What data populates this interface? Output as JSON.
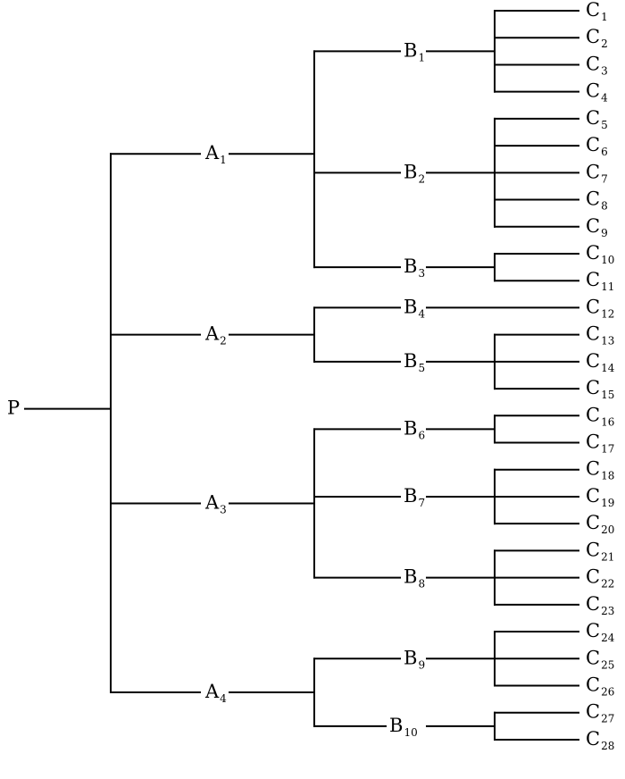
{
  "root": {
    "label": "P"
  },
  "branches": [
    {
      "label": "A",
      "sub": "1",
      "children": [
        {
          "label": "B",
          "sub": "1",
          "children": [
            {
              "label": "C",
              "sub": "1"
            },
            {
              "label": "C",
              "sub": "2"
            },
            {
              "label": "C",
              "sub": "3"
            },
            {
              "label": "C",
              "sub": "4"
            }
          ]
        },
        {
          "label": "B",
          "sub": "2",
          "children": [
            {
              "label": "C",
              "sub": "5"
            },
            {
              "label": "C",
              "sub": "6"
            },
            {
              "label": "C",
              "sub": "7"
            },
            {
              "label": "C",
              "sub": "8"
            },
            {
              "label": "C",
              "sub": "9"
            }
          ]
        },
        {
          "label": "B",
          "sub": "3",
          "children": [
            {
              "label": "C",
              "sub": "10"
            },
            {
              "label": "C",
              "sub": "11"
            }
          ]
        }
      ]
    },
    {
      "label": "A",
      "sub": "2",
      "children": [
        {
          "label": "B",
          "sub": "4",
          "children": [
            {
              "label": "C",
              "sub": "12"
            }
          ]
        },
        {
          "label": "B",
          "sub": "5",
          "children": [
            {
              "label": "C",
              "sub": "13"
            },
            {
              "label": "C",
              "sub": "14"
            },
            {
              "label": "C",
              "sub": "15"
            }
          ]
        }
      ]
    },
    {
      "label": "A",
      "sub": "3",
      "children": [
        {
          "label": "B",
          "sub": "6",
          "children": [
            {
              "label": "C",
              "sub": "16"
            },
            {
              "label": "C",
              "sub": "17"
            }
          ]
        },
        {
          "label": "B",
          "sub": "7",
          "children": [
            {
              "label": "C",
              "sub": "18"
            },
            {
              "label": "C",
              "sub": "19"
            },
            {
              "label": "C",
              "sub": "20"
            }
          ]
        },
        {
          "label": "B",
          "sub": "8",
          "children": [
            {
              "label": "C",
              "sub": "21"
            },
            {
              "label": "C",
              "sub": "22"
            },
            {
              "label": "C",
              "sub": "23"
            }
          ]
        }
      ]
    },
    {
      "label": "A",
      "sub": "4",
      "children": [
        {
          "label": "B",
          "sub": "9",
          "children": [
            {
              "label": "C",
              "sub": "24"
            },
            {
              "label": "C",
              "sub": "25"
            },
            {
              "label": "C",
              "sub": "26"
            }
          ]
        },
        {
          "label": "B",
          "sub": "10",
          "children": [
            {
              "label": "C",
              "sub": "27"
            },
            {
              "label": "C",
              "sub": "28"
            }
          ]
        }
      ]
    }
  ]
}
